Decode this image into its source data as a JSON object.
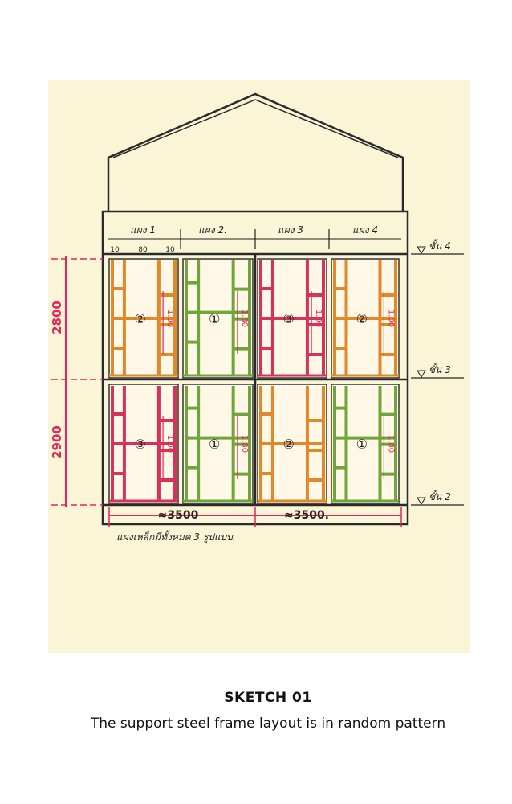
{
  "sketch": {
    "paper_color": "#fbf5d8",
    "ink_color": "#2a2a2a",
    "dimension_color": "#e8245a",
    "panel_labels": [
      "แผง 1",
      "แผง 2.",
      "แผง 3",
      "แผง 4"
    ],
    "sub_dims": [
      "10",
      "80",
      "10"
    ],
    "level_labels": [
      "ชั้น 4",
      "ชั้น 3",
      "ชั้น 2"
    ],
    "height_dims": [
      "2800",
      "2900"
    ],
    "width_dims": [
      "≈3500",
      "≈3500."
    ],
    "note": "แผงเหล็กมีทั้งหมด 3 รูปแบบ.",
    "panel_rows": [
      [
        {
          "type": "②",
          "color": "#e0892a",
          "dim": "1.00"
        },
        {
          "type": "①",
          "color": "#6fa53a",
          "dim": "1.80"
        },
        {
          "type": "③",
          "color": "#d6335a",
          "dim": "1.00"
        },
        {
          "type": "②",
          "color": "#e0892a",
          "dim": "1.00"
        }
      ],
      [
        {
          "type": "③",
          "color": "#d6335a",
          "dim": "1.00"
        },
        {
          "type": "①",
          "color": "#6fa53a",
          "dim": "1.80"
        },
        {
          "type": "②",
          "color": "#e0892a",
          "dim": ""
        },
        {
          "type": "①",
          "color": "#6fa53a",
          "dim": "1.80"
        }
      ]
    ]
  },
  "caption": {
    "title": "SKETCH 01",
    "subtitle": "The support steel frame layout is in random pattern"
  }
}
